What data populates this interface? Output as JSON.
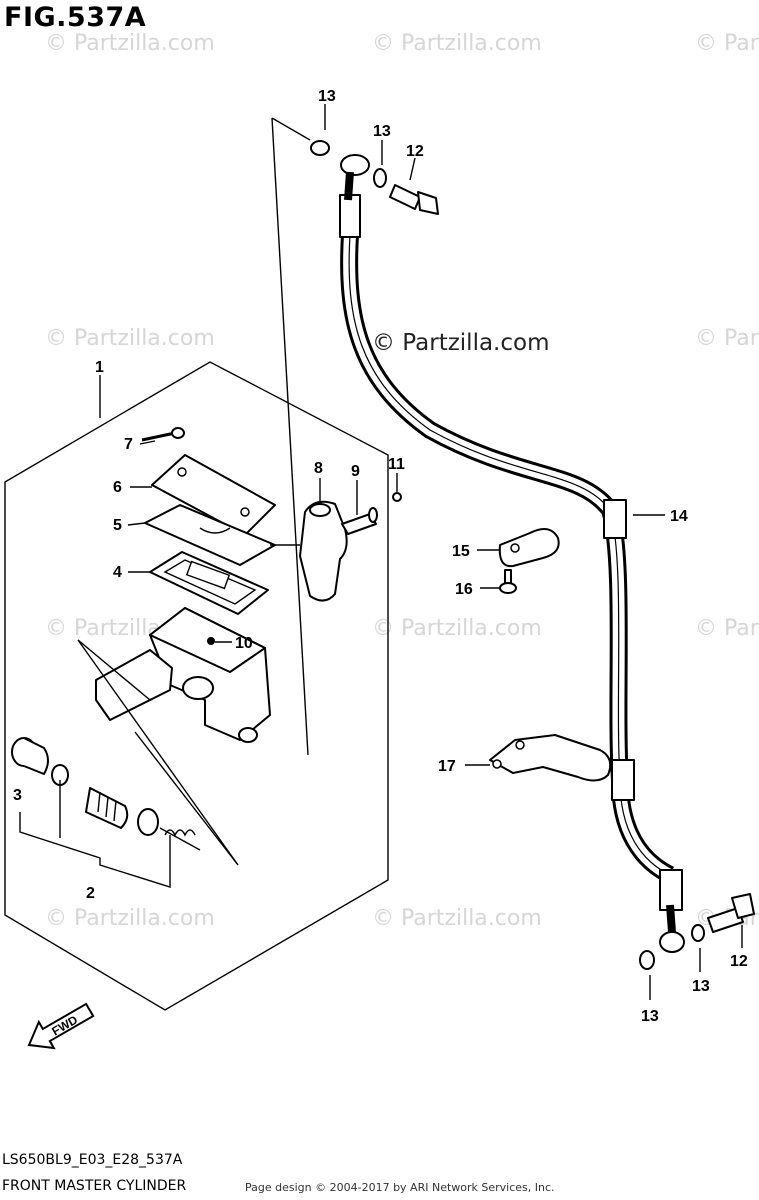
{
  "figure": {
    "title": "FIG.537A",
    "model_code": "LS650BL9_E03_E28_537A",
    "caption": "FRONT MASTER CYLINDER",
    "copyright": "Page design © 2004-2017 by ARI Network Services, Inc."
  },
  "watermark": {
    "text": "© Partzilla.com"
  },
  "callouts": {
    "c1": "1",
    "c2": "2",
    "c3": "3",
    "c4": "4",
    "c5": "5",
    "c6": "6",
    "c7": "7",
    "c8": "8",
    "c9": "9",
    "c10": "10",
    "c11": "11",
    "c12a": "12",
    "c12b": "12",
    "c13a": "13",
    "c13b": "13",
    "c13c": "13",
    "c13d": "13",
    "c14": "14",
    "c15": "15",
    "c16": "16",
    "c17": "17"
  },
  "fwd_label": "FWD",
  "icons": [
    "fwd-arrow-icon"
  ]
}
